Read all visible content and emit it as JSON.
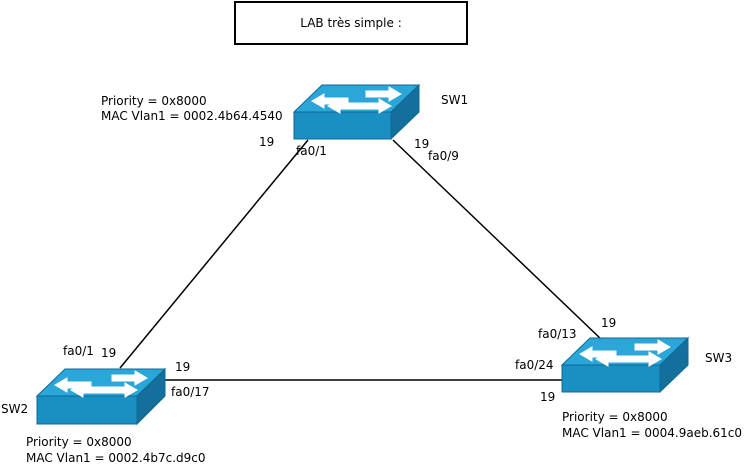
{
  "title": "LAB très simple :",
  "switches": [
    {
      "id": "sw1",
      "name": "SW1",
      "priority": "Priority = 0x8000",
      "mac": "MAC Vlan1 = 0002.4b64.4540"
    },
    {
      "id": "sw2",
      "name": "SW2",
      "priority": "Priority = 0x8000",
      "mac": "MAC Vlan1 = 0002.4b7c.d9c0"
    },
    {
      "id": "sw3",
      "name": "SW3",
      "priority": "Priority = 0x8000",
      "mac": "MAC Vlan1 = 0004.9aeb.61c0"
    }
  ],
  "links": [
    {
      "a": "sw1",
      "a_port": "fa0/1",
      "a_cost": "19",
      "b": "sw2",
      "b_port": "fa0/1",
      "b_cost": "19"
    },
    {
      "a": "sw1",
      "a_port": "fa0/9",
      "a_cost": "19",
      "b": "sw3",
      "b_port": "fa0/13",
      "b_cost": "19"
    },
    {
      "a": "sw2",
      "a_port": "fa0/17",
      "a_cost": "19",
      "b": "sw3",
      "b_port": "fa0/24",
      "b_cost": "19"
    }
  ],
  "colors": {
    "switch_top": "#2aa6d8",
    "switch_front": "#1a8fc4",
    "switch_side": "#136f9c",
    "arrow": "#ffffff",
    "line": "#000000"
  },
  "icons": {
    "switch": "network-switch-icon"
  }
}
